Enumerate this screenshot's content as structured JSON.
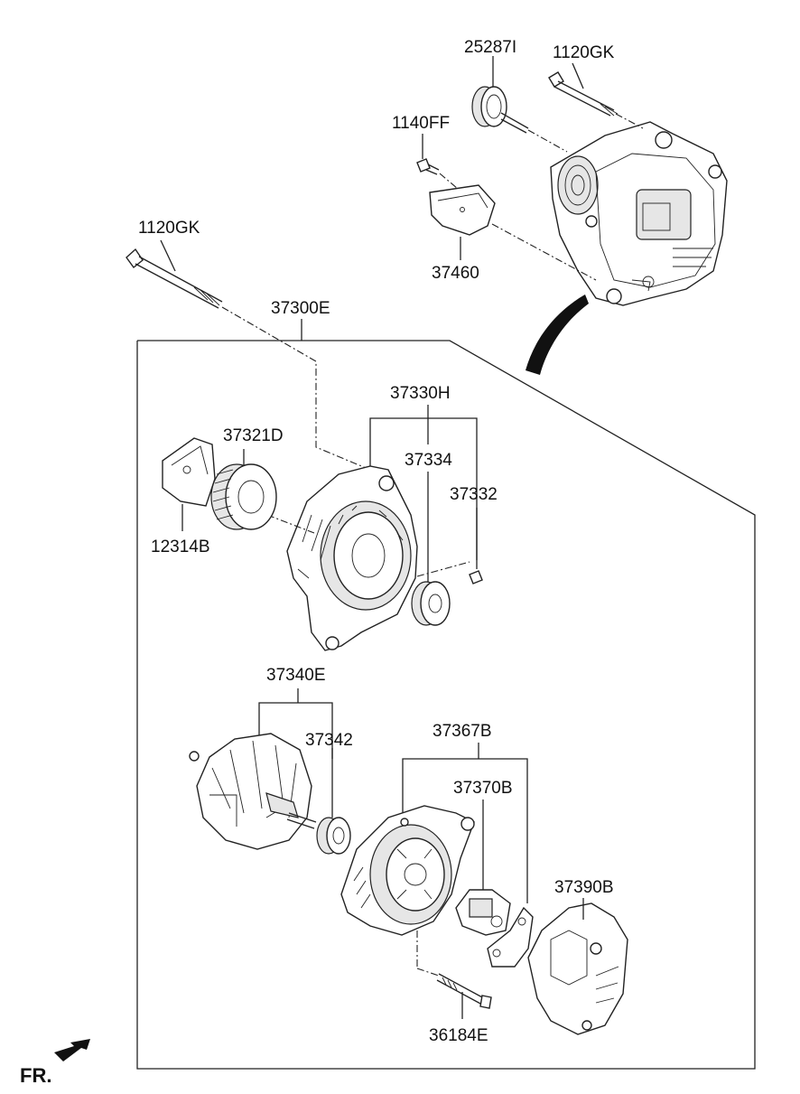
{
  "labels": {
    "p25287I": "25287I",
    "p1120GK_top": "1120GK",
    "p1140FF": "1140FF",
    "p37460": "37460",
    "p1120GK_left": "1120GK",
    "p37300E": "37300E",
    "p37330H": "37330H",
    "p37321D": "37321D",
    "p37334": "37334",
    "p37332": "37332",
    "p12314B": "12314B",
    "p37340E": "37340E",
    "p37342": "37342",
    "p37367B": "37367B",
    "p37370B": "37370B",
    "p37390B": "37390B",
    "p36184E": "36184E"
  },
  "direction_label": "FR."
}
